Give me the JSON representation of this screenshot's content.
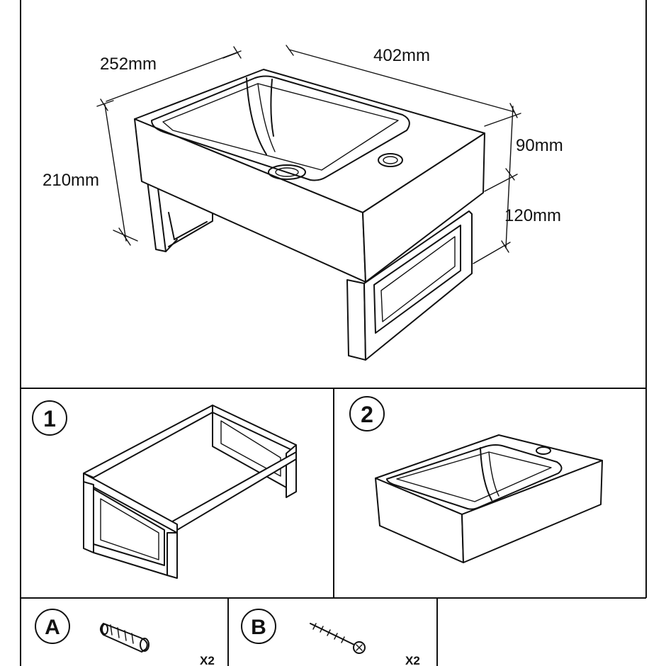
{
  "dimensions": {
    "depth": "252mm",
    "width": "402mm",
    "total_height": "210mm",
    "basin_height": "90mm",
    "frame_height": "120mm"
  },
  "steps": [
    {
      "number": "1"
    },
    {
      "number": "2"
    }
  ],
  "parts": [
    {
      "letter": "A",
      "quantity": "X2",
      "icon": "wall-plug-icon"
    },
    {
      "letter": "B",
      "quantity": "X2",
      "icon": "screw-icon"
    }
  ]
}
